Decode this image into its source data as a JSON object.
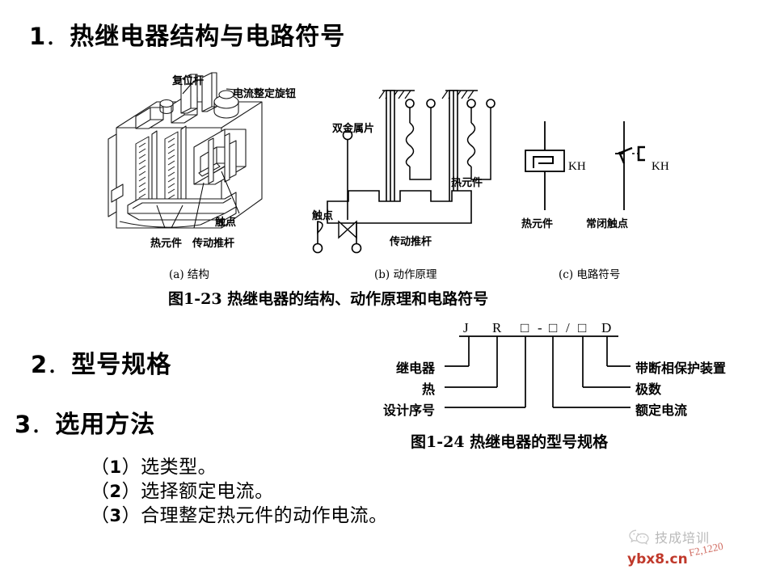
{
  "document": {
    "sections": [
      {
        "num": "1",
        "dot": "．",
        "title": "热继电器结构与电路符号"
      },
      {
        "num": "2",
        "dot": "．",
        "title": "型号规格"
      },
      {
        "num": "3",
        "dot": "．",
        "title": "选用方法"
      }
    ],
    "bullets": [
      {
        "marker_open": "（",
        "num": "1",
        "marker_close": "）",
        "text": "选类型。"
      },
      {
        "marker_open": "（",
        "num": "2",
        "marker_close": "）",
        "text": "选择额定电流。"
      },
      {
        "marker_open": "（",
        "num": "3",
        "marker_close": "）",
        "text": "合理整定热元件的动作电流。"
      }
    ]
  },
  "figure_1_23": {
    "caption": "图1-23  热继电器的结构、动作原理和电路符号",
    "panels": [
      {
        "key": "a",
        "sub_caption": "(a) 结构"
      },
      {
        "key": "b",
        "sub_caption": "(b) 动作原理"
      },
      {
        "key": "c",
        "sub_caption": "(c) 电路符号"
      }
    ],
    "panel_a_labels": {
      "reset_lever": "复位杆",
      "current_knob": "电流整定旋钮",
      "contact": "触点",
      "heat_element": "热元件",
      "push_rod": "传动推杆"
    },
    "panel_b_labels": {
      "bimetal": "双金属片",
      "heat_element": "热元件",
      "contact": "触点",
      "push_rod": "传动推杆"
    },
    "panel_c_labels": {
      "heat_element": "热元件",
      "nc_contact": "常闭触点",
      "symbol_tag_left": "KH",
      "symbol_tag_right": "KH"
    }
  },
  "figure_1_24": {
    "caption": "图1-24  热继电器的型号规格",
    "code_chars": [
      "J",
      "R",
      "□",
      "-",
      "□",
      "/",
      "□",
      "D"
    ],
    "left_labels": [
      "继电器",
      "热",
      "设计序号"
    ],
    "right_labels": [
      "带断相保护装置",
      "极数",
      "额定电流"
    ]
  },
  "watermark": {
    "brand": "技成培训",
    "url": "ybx8.cn",
    "scribble": "F2,1220"
  },
  "colors": {
    "ink": "#000000",
    "paper": "#ffffff",
    "watermark_gray": "#b9b9b9",
    "watermark_red": "#c0392b"
  }
}
